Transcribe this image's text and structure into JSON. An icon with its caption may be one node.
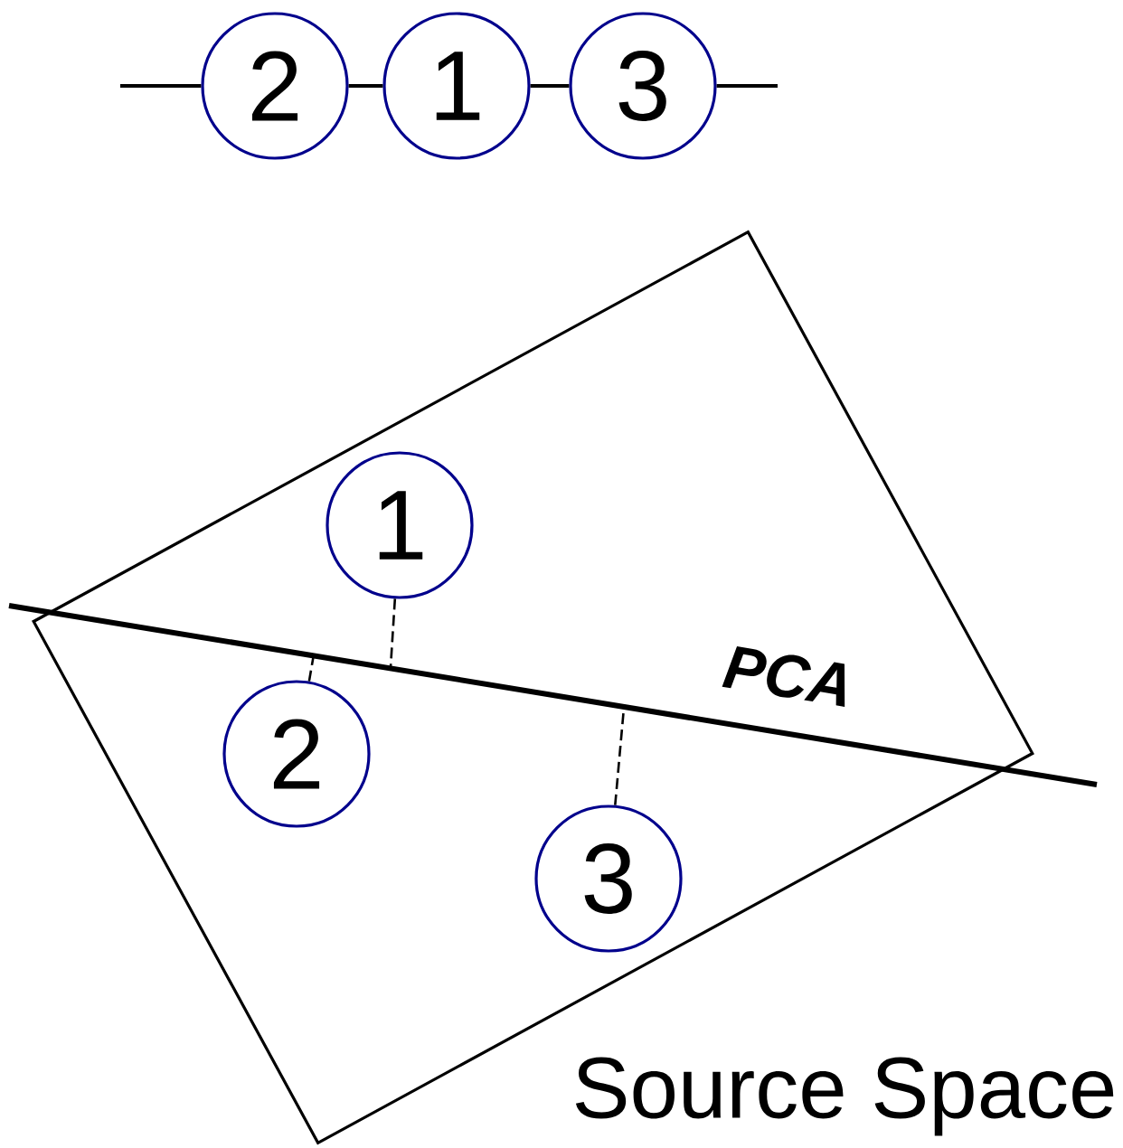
{
  "diagram": {
    "nodes": [
      {
        "text": [
          "2"
        ]
      },
      {
        "text": [
          "1"
        ]
      },
      {
        "text": [
          "3"
        ]
      },
      {
        "text": [
          "Source Space"
        ]
      },
      {
        "text": [
          "1"
        ],
        "in": 3
      },
      {
        "text": [
          "2"
        ],
        "in": 3
      },
      {
        "text": [
          "3"
        ],
        "in": 3
      }
    ],
    "edges": [
      {
        "from": null,
        "to": 0,
        "arrow": "none"
      },
      {
        "from": 0,
        "to": 1,
        "arrow": "none"
      },
      {
        "from": 1,
        "to": 2,
        "arrow": "none"
      },
      {
        "from": 2,
        "to": null,
        "arrow": "none"
      },
      {
        "from": 4,
        "to": null,
        "arrow": "none",
        "style": "dashed"
      },
      {
        "from": 5,
        "to": null,
        "arrow": "none",
        "style": "dashed"
      },
      {
        "from": 6,
        "to": null,
        "arrow": "none",
        "style": "dashed"
      }
    ],
    "labels": [
      "PCA"
    ]
  }
}
